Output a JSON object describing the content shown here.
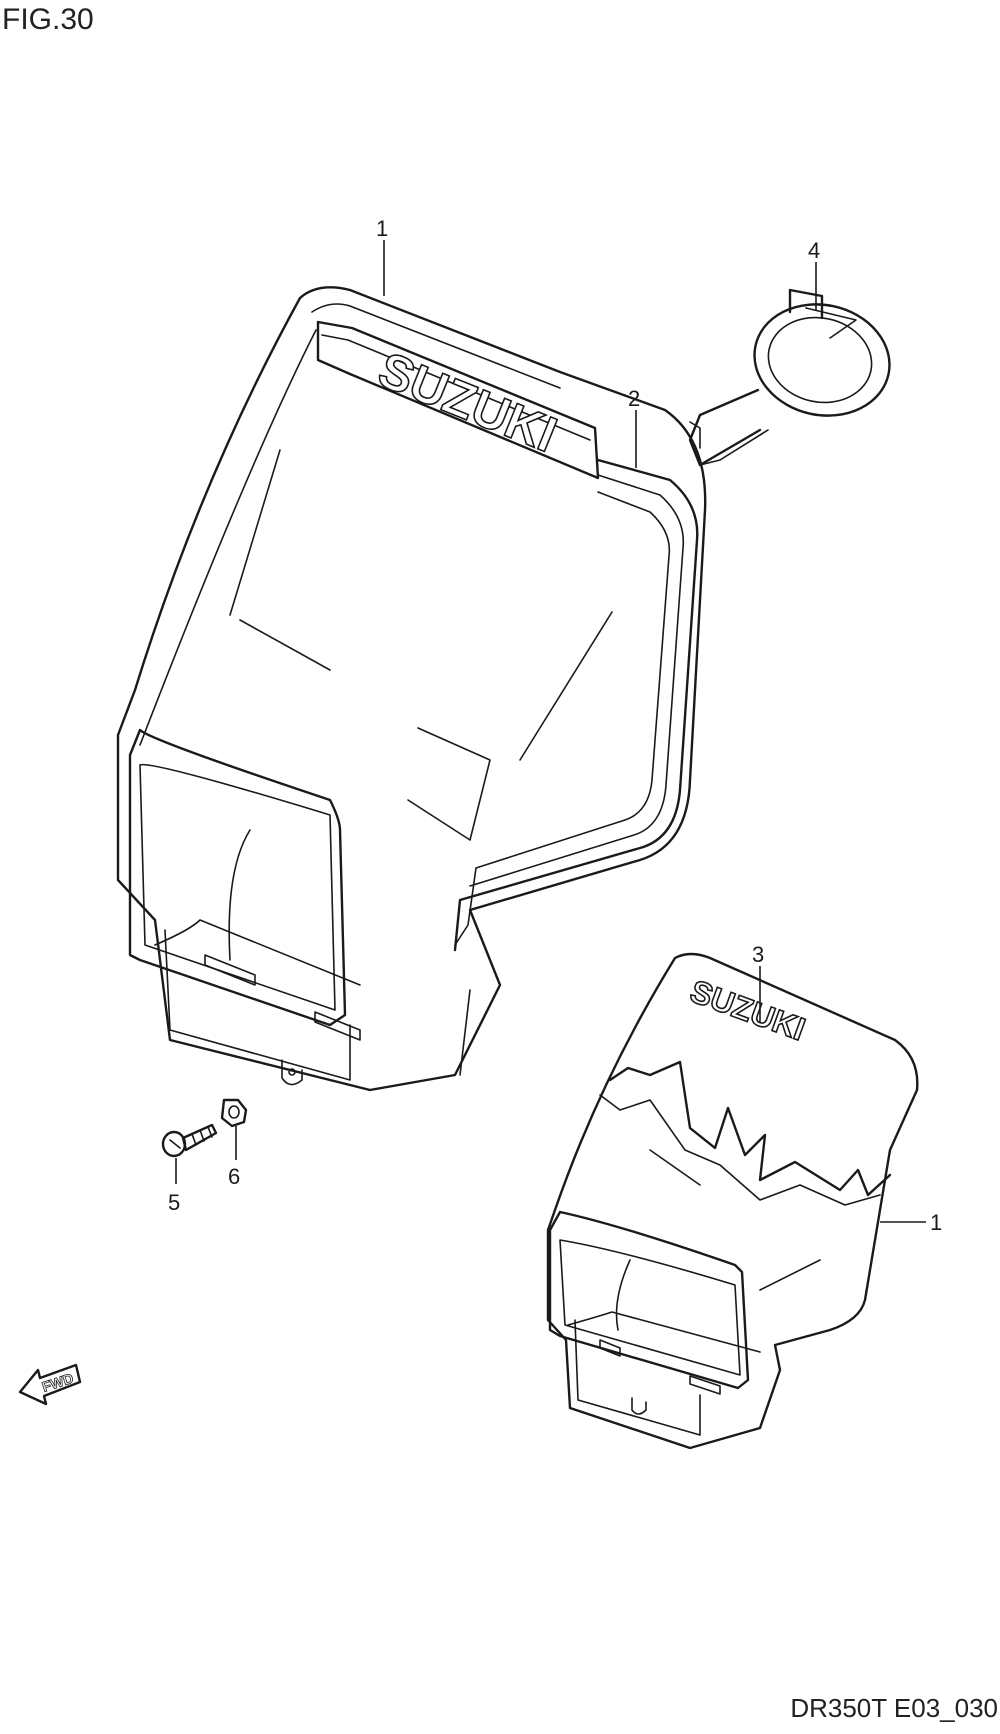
{
  "figure": {
    "label": "FIG.30",
    "document_code": "DR350T E03_030"
  },
  "callouts": [
    {
      "id": "c1a",
      "text": "1"
    },
    {
      "id": "c2",
      "text": "2"
    },
    {
      "id": "c4",
      "text": "4"
    },
    {
      "id": "c3",
      "text": "3"
    },
    {
      "id": "c1b",
      "text": "1"
    },
    {
      "id": "c5",
      "text": "5"
    },
    {
      "id": "c6",
      "text": "6"
    }
  ],
  "brand": {
    "large_decal": "SUZUKI",
    "small_decal": "SUZUKI"
  },
  "direction_marker": {
    "text": "FWD"
  }
}
